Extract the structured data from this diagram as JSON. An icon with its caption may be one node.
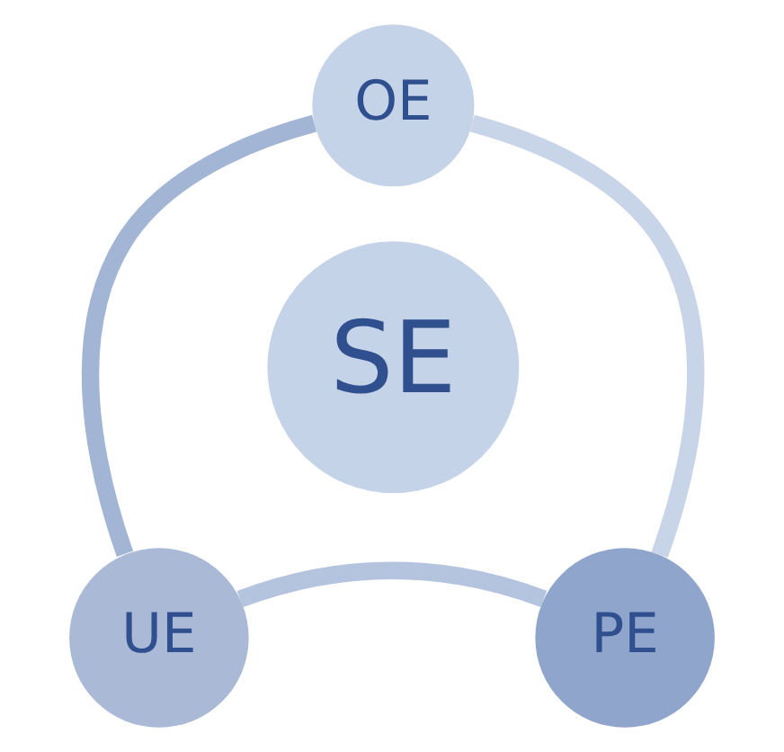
{
  "diagram": {
    "nodes": [
      {
        "text": [
          "OE"
        ]
      },
      {
        "text": [
          "SE"
        ]
      },
      {
        "text": [
          "UE"
        ]
      },
      {
        "text": [
          "PE"
        ]
      }
    ],
    "edges": [
      {
        "from": 0,
        "to": 3,
        "arrow": "none",
        "color": "#c8d4e8"
      },
      {
        "from": 3,
        "to": 2,
        "arrow": "none",
        "color": "#b4c3de"
      },
      {
        "from": 2,
        "to": 0,
        "arrow": "none",
        "color": "#a3b5d4"
      }
    ]
  }
}
